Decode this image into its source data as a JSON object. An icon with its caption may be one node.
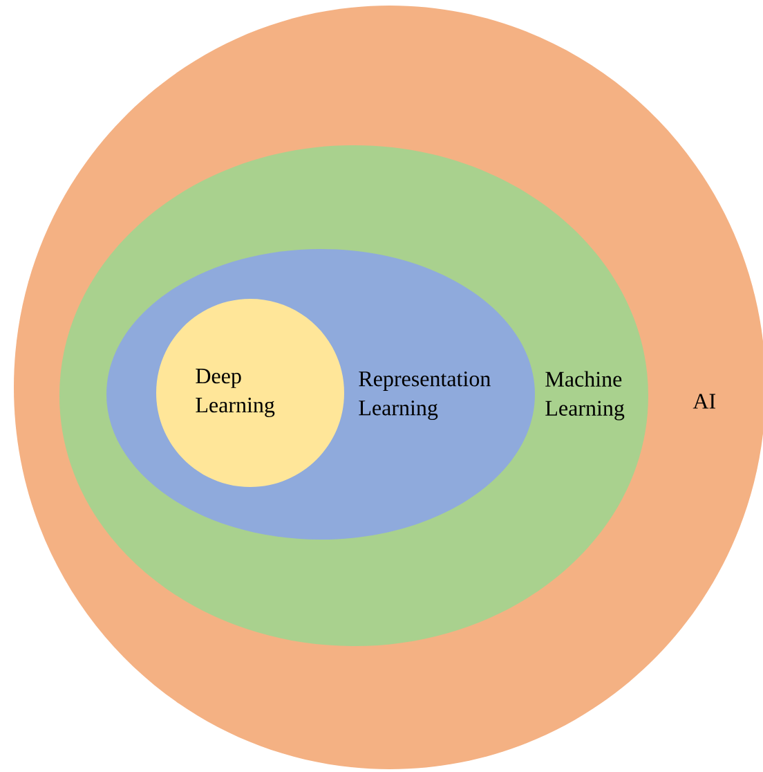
{
  "diagram": {
    "nodes": [
      {
        "text": [
          "AI"
        ]
      },
      {
        "text": [
          "Machine Learning"
        ],
        "in": 0
      },
      {
        "text": [
          "Representation Learning"
        ],
        "in": 1
      },
      {
        "text": [
          "Deep Learning"
        ],
        "in": 2
      }
    ]
  }
}
